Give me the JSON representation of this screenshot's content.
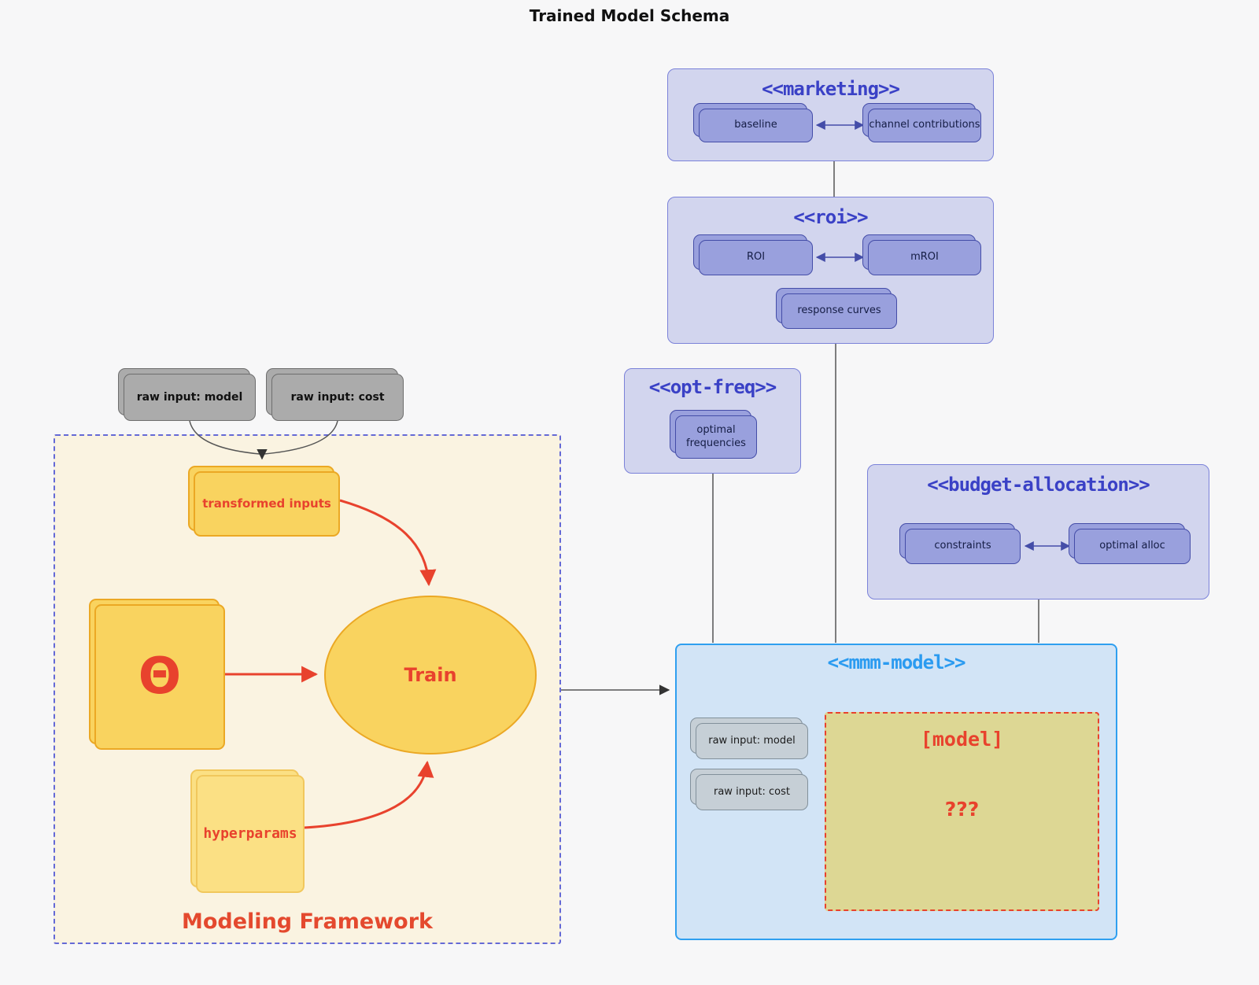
{
  "title": "Trained Model Schema",
  "colors": {
    "accent_indigo": "#3a41c6",
    "container_fill": "#d2d5ee",
    "container_border": "#7b82d9",
    "purple_fill": "#99a0dd",
    "purple_border": "#444da8",
    "blue_fill": "#d2e4f6",
    "blue_border": "#2f9ff0",
    "blue_title": "#2b9bf0",
    "yellow_fill": "#f9d35f",
    "yellow_border": "#eba824",
    "yellow_light_fill": "#fbe084",
    "yellow_light_border": "#f1c75c",
    "khaki_fill": "#ddd794",
    "cream_fill": "#faf3e1",
    "framework_border": "#6469d6",
    "gray_fill": "#ababab",
    "gray_border": "#6e6e6e",
    "lightgray_fill": "#c6cfd6",
    "lightgray_border": "#82909b",
    "red": "#e8422d",
    "orange_red": "#e4492e",
    "line": "#555555",
    "dark_arrow": "#333333"
  },
  "marketing": {
    "title": "<<marketing>>",
    "baseline": "baseline",
    "channel": "channel contributions"
  },
  "roi": {
    "title": "<<roi>>",
    "roi": "ROI",
    "mroi": "mROI",
    "response": "response curves"
  },
  "opt_freq": {
    "title": "<<opt-freq>>",
    "optimal": "optimal frequencies"
  },
  "budget": {
    "title": "<<budget-allocation>>",
    "constraints": "constraints",
    "optimal_alloc": "optimal alloc"
  },
  "mmm": {
    "title": "<<mmm-model>>",
    "raw_model": "raw input: model",
    "raw_cost": "raw input: cost",
    "model_tag": "[model]",
    "unknown": "???"
  },
  "raw_inputs": {
    "model": "raw input: model",
    "cost": "raw input: cost"
  },
  "framework": {
    "label": "Modeling Framework",
    "transformed": "transformed inputs",
    "theta": "Θ",
    "train": "Train",
    "hyperparams": "hyperparams"
  }
}
